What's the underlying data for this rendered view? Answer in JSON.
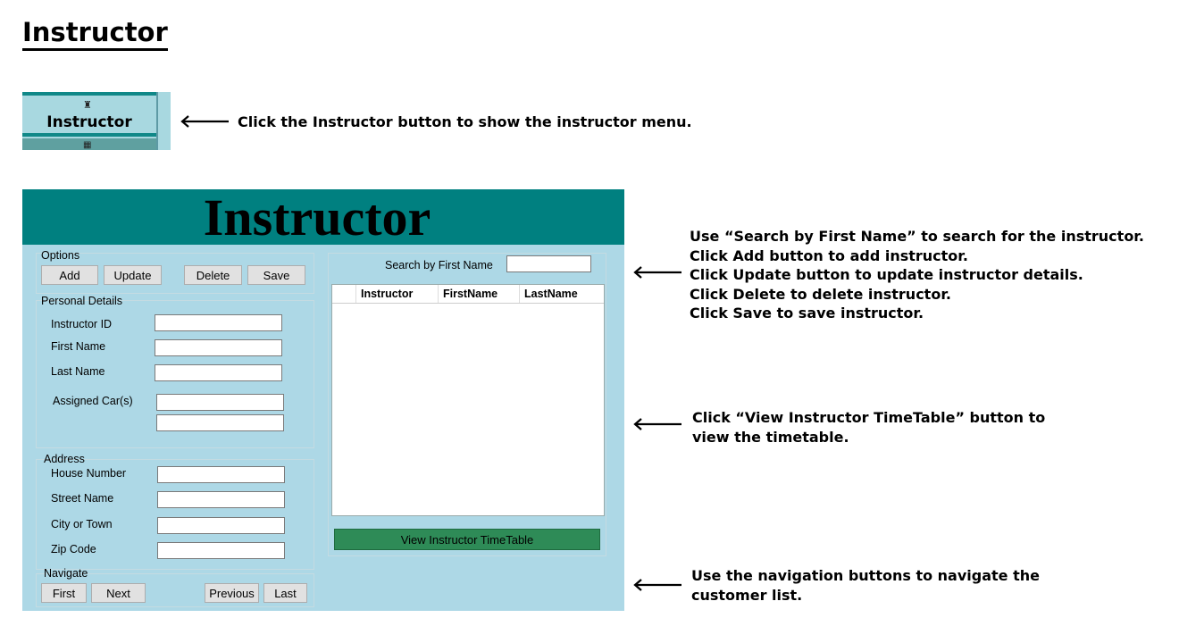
{
  "doc_title": "Instructor",
  "nav_button": {
    "label": "Instructor",
    "icon": "instructor-icon",
    "next_icon": "calendar-icon"
  },
  "notes": {
    "nav": "Click the Instructor button to show the instructor menu.",
    "options": [
      "Use “Search by First Name” to search for the instructor.",
      "Click Add button to add instructor.",
      "Click Update button to update instructor details.",
      "Click Delete to delete instructor.",
      "Click Save to save instructor."
    ],
    "timetable": [
      "Click “View Instructor TimeTable” button to",
      "view the timetable."
    ],
    "navigate": [
      "Use the navigation buttons to navigate the",
      "customer list."
    ]
  },
  "app": {
    "title": "Instructor",
    "header_color": "#008080",
    "background_color": "#add8e6",
    "options": {
      "label": "Options",
      "add": "Add",
      "update": "Update",
      "delete": "Delete",
      "save": "Save"
    },
    "personal": {
      "label": "Personal Details",
      "instructor_id": "Instructor ID",
      "first_name": "First Name",
      "last_name": "Last Name",
      "assigned_cars": "Assigned Car(s)"
    },
    "address": {
      "label": "Address",
      "house_number": "House Number",
      "street_name": "Street Name",
      "city": "City or Town",
      "zip": "Zip Code"
    },
    "navigate": {
      "label": "Navigate",
      "first": "First",
      "next": "Next",
      "previous": "Previous",
      "last": "Last"
    },
    "search": {
      "label": "Search by First Name",
      "value": ""
    },
    "grid": {
      "columns": [
        "Instructor",
        "FirstName",
        "LastName"
      ],
      "rows": []
    },
    "timetable_button": "View Instructor TimeTable",
    "timetable_button_color": "#2e8b57"
  }
}
